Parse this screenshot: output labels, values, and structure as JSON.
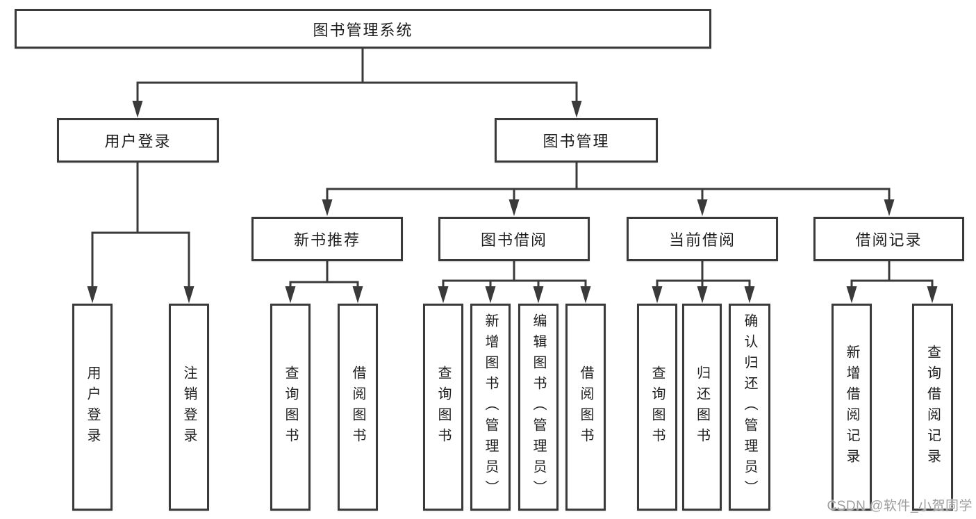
{
  "tree": {
    "root": "图书管理系统",
    "branches": [
      {
        "label": "用户登录",
        "children": [
          "用户登录",
          "注销登录"
        ]
      },
      {
        "label": "图书管理",
        "children": [
          {
            "label": "新书推荐",
            "children": [
              "查询图书",
              "借阅图书"
            ]
          },
          {
            "label": "图书借阅",
            "children": [
              "查询图书",
              "新增图书（管理员）",
              "编辑图书（管理员）",
              "借阅图书"
            ]
          },
          {
            "label": "当前借阅",
            "children": [
              "查询图书",
              "归还图书",
              "确认归还（管理员）"
            ]
          },
          {
            "label": "借阅记录",
            "children": [
              "新增借阅记录",
              "查询借阅记录"
            ]
          }
        ]
      }
    ]
  },
  "watermark": "CSDN @软件_小贺同学",
  "colors": {
    "line": "#3a3a3a",
    "text": "#1f1f1f",
    "node_background": "#ffffff",
    "watermark": "#9e9e9e",
    "background": "#ffffff"
  }
}
